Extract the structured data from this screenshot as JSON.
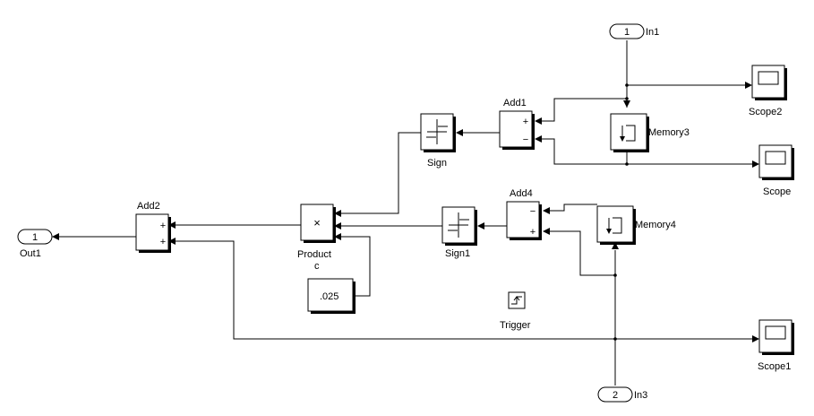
{
  "blocks": {
    "in1": {
      "number": "1",
      "label": "In1"
    },
    "in3": {
      "number": "2",
      "label": "In3"
    },
    "out1": {
      "number": "1",
      "label": "Out1"
    },
    "scope2": {
      "label": "Scope2"
    },
    "scope": {
      "label": "Scope"
    },
    "scope1": {
      "label": "Scope1"
    },
    "add1": {
      "label": "Add1",
      "sign_top": "+",
      "sign_bottom": "−"
    },
    "add4": {
      "label": "Add4",
      "sign_top": "−",
      "sign_bottom": "+"
    },
    "add2": {
      "label": "Add2",
      "sign_top": "+",
      "sign_bottom": "+"
    },
    "memory3": {
      "label": "Memory3"
    },
    "memory4": {
      "label": "Memory4"
    },
    "sign": {
      "label": "Sign"
    },
    "sign1": {
      "label": "Sign1"
    },
    "product": {
      "label_line1": "Product",
      "label_line2": "c",
      "symbol": "×"
    },
    "constant": {
      "value": ".025"
    },
    "trigger": {
      "label": "Trigger"
    }
  }
}
